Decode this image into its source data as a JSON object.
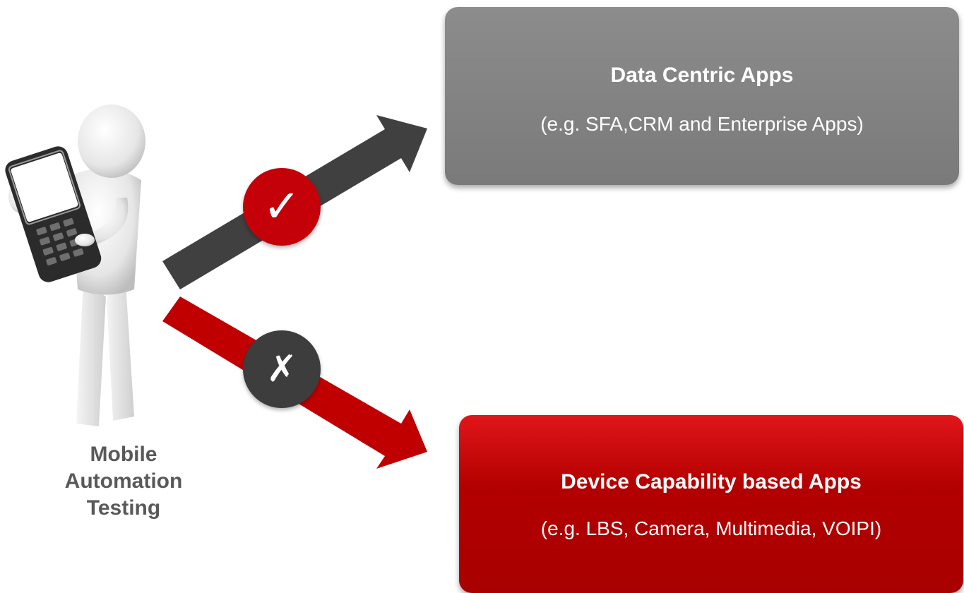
{
  "figure": {
    "icon": "person-with-mobile-phone",
    "caption_lines": [
      "Mobile",
      "Automation",
      "Testing"
    ]
  },
  "boxes": {
    "top": {
      "title": "Data Centric Apps",
      "subtitle": "(e.g. SFA,CRM and Enterprise Apps)",
      "color": "#808080"
    },
    "bottom": {
      "title": "Device Capability based Apps",
      "subtitle": "(e.g. LBS, Camera, Multimedia, VOIPI)",
      "color": "#b30000"
    }
  },
  "arrows": {
    "up": {
      "color": "#404040",
      "badge_icon": "check-icon",
      "badge_text": "✓",
      "badge_color": "#c40008"
    },
    "down": {
      "color": "#c00000",
      "badge_icon": "cross-icon",
      "badge_text": "✗",
      "badge_color": "#3d3d3d"
    }
  }
}
